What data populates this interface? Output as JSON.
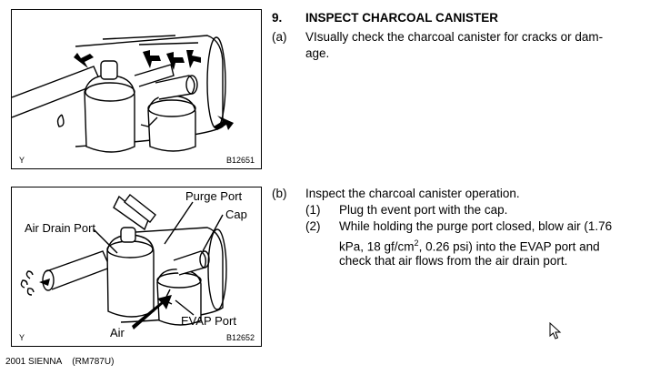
{
  "step": {
    "number": "9.",
    "title": "INSPECT CHARCOAL CANISTER"
  },
  "item_a": {
    "label": "(a)",
    "line1": "VIsually check the charcoal canister for cracks or dam-",
    "line2": "age."
  },
  "item_b": {
    "label": "(b)",
    "intro": "Inspect the charcoal canister operation.",
    "sub1_label": "(1)",
    "sub1_text": "Plug th event port with the cap.",
    "sub2_label": "(2)",
    "sub2_line1": "While holding the purge port closed, blow air (1.76",
    "sub2_line2_a": "kPa, 18 gf/cm",
    "sub2_line2_sup": "2",
    "sub2_line2_b": ", 0.26 psi) into the EVAP port and",
    "sub2_line3": "check that air flows from the air drain port."
  },
  "figure1": {
    "corner": "Y",
    "code": "B12651"
  },
  "figure2": {
    "corner": "Y",
    "code": "B12652",
    "labels": {
      "purge_port": "Purge Port",
      "cap": "Cap",
      "air_drain_port": "Air Drain Port",
      "evap_port": "EVAP Port",
      "air": "Air"
    }
  },
  "footer": {
    "model": "2001 SIENNA",
    "manual": "(RM787U)"
  }
}
